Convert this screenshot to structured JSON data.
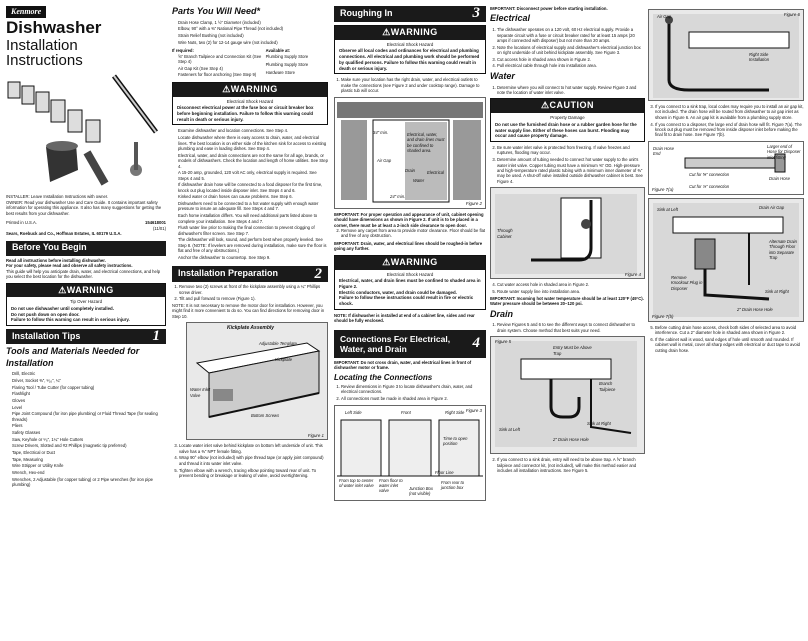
{
  "brand": "Kenmore",
  "title": "Dishwasher",
  "subtitle1": "Installation",
  "subtitle2": "Instructions",
  "installer_note": "INSTALLER: Leave Installation Instructions with owner.",
  "owner_note": "OWNER: Read your dishwasher Use and Care Guide. It contains important safety information for operating this appliance. It also has many suggestions for getting the best results from your dishwasher.",
  "printed": "Printed in U.S.A.",
  "part_no": "154618001",
  "rev": "(11/01)",
  "company": "Sears, Roebuck and Co., Hoffman Estates, IL 60179 U.S.A.",
  "before_you_begin": {
    "heading": "Before You Begin",
    "p1": "Read all instructions before installing dishwasher.",
    "p2": "For your safety, please read and observe all safety instructions.",
    "p3": "This guide will help you anticipate drain, water, and electrical connections, and help you select the best location for the dishwasher."
  },
  "tip_warning": {
    "head": "WARNING",
    "title": "Tip Over Hazard",
    "l1": "Do not use dishwasher until completely installed.",
    "l2": "Do not push down on open door.",
    "l3": "Failure to follow this warning can result in serious injury."
  },
  "install_tips": {
    "heading": "Installation Tips",
    "num": "1",
    "tools_title": "Tools and Materials Needed for Installation",
    "tools": [
      "Drill, Electric",
      "Driver, Socket ⅜\", ⁵⁄₁₆\", ¼\"",
      "Flaring Tool / Tube Cutter (for copper tubing)",
      "Flashlight",
      "Gloves",
      "Level",
      "Pipe Joint Compound (for iron pipe plumbing) or Fluid Thread Tape (for sealing threads)",
      "Pliers",
      "Safety Glasses",
      "Saw, Keyhole or ⁵⁄₈\", 1¼\" Hole Cutters",
      "Screw Drivers, Slotted and #2 Phillips (magnetic tip preferred)",
      "Tape, Electrical or Duct",
      "Tape, Measuring",
      "Wire Stripper or Utility Knife",
      "Wrench, Hex-end",
      "Wrenches, 2 Adjustable (for copper tubing) or 2 Pipe wrenches (for iron pipe plumbing)"
    ]
  },
  "parts": {
    "heading": "Parts You Will Need*",
    "items": [
      "Drain Hose Clamp, 1 ½\" Diameter (included)",
      "Elbow, 90° with a ⅜\" National Pipe Thread (not included)",
      "Strain Relief Bushing (not included)",
      "Wire Nuts, two (2) for 12-14 gauge wire (not included)"
    ],
    "if_required": "If required:",
    "available_at": "Available at:",
    "req": [
      "⅝\" Branch Tailpiece and Connection Kit (See Step 4)",
      "Air Gap Kit (See Step 4)",
      "Fasteners for floor anchoring (See Step 9)"
    ],
    "avail": [
      "Plumbing Supply Store",
      "Plumbing Supply Store",
      "Hardware Store"
    ]
  },
  "elec_warning": {
    "head": "WARNING",
    "title": "Electrical Shock Hazard",
    "text": "Disconnect electrical power at the fuse box or circuit breaker box before beginning installation. Failure to follow this warning could result in death or serious injury."
  },
  "checklist": [
    "Examine dishwasher and location connections. See Step 4.",
    "Locate dishwasher where there is easy access to drain, water, and electrical lines. The best location is on either side of the kitchen sink for access to existing plumbing and ease in loading dishes. See Step 4.",
    "Electrical, water, and drain connections are not the same for all age, brands, or models of dishwashers. Check the location and length of home utilities. See Step 4.",
    "A 15-20 amp, grounded, 120 volt AC only, electrical supply is required. See Steps 4 and 5.",
    "If dishwasher drain hose will be connected to a food disposer for the first time, knock out plug located inside disposer inlet. See Steps 4 and 6.",
    "Kinked water or drain hoses can cause problems. See Step 6.",
    "Dishwashers need to be connected to a hot water supply with enough water pressure to insure an adequate fill. See Steps 4 and 7.",
    "Each home installation differs. You will need additional parts listed above to complete your installation. See Steps 4 and 7.",
    "Flush water line prior to making the final connection to prevent clogging of dishwasher's filter screen. See Step 7.",
    "The dishwasher will look, sound, and perform best when properly leveled. See Step 8. (NOTE: If levelers are removed during installation, make sure the floor is flat and free of any obstructions.)",
    "Anchor the dishwasher to countertop. See Step 9."
  ],
  "prep": {
    "heading": "Installation Preparation",
    "num": "2",
    "steps": [
      "Remove two (2) screws at front of the kickplate assembly using a ¼\" Phillips screw driver.",
      "Tilt and pull forward to remove (Figure 1)."
    ],
    "note": "NOTE: It is not necessary to remove the motor door for installation. However, you might find it more convenient to do so. You can find directions for removing door in Step 10.",
    "fig_title": "Kickplate Assembly",
    "fig_labels": [
      "Adjustable Template",
      "Kickplate",
      "Water Inlet Valve",
      "Bottom Screws"
    ],
    "fig_cap": "Figure 1",
    "steps2": [
      "Locate water inlet valve behind kickplate on bottom left underside of unit. This valve has a ⅜\" NPT female fitting.",
      "Wrap 90° elbow (not included) with pipe thread tape (or apply joint compound) and thread it into water inlet valve.",
      "Tighten elbow with a wrench, tracing elbow pointing toward rear of unit. To prevent bending or breakage or leaking of valve, avoid overtightening."
    ]
  },
  "roughing": {
    "heading": "Roughing In",
    "num": "3",
    "warn_head": "WARNING",
    "warn_title": "Electrical Shock Hazard",
    "warn_text": "Observe all local codes and ordinances for electrical and plumbing connections. All electrical and plumbing work should be performed by qualified persons. Failure to follow this warning could result in death or serious injury.",
    "steps": [
      "Make sure your location has the right drain, water, and electrical outlets to make the connections (see Figure 2 and under cooktop range). Damage to plastic tub will occur."
    ],
    "fig_labels": [
      "34\" min.",
      "24\" min.",
      "Electrical, water, and drain lines must be confined to shaded area.",
      "Air Gap",
      "Drain",
      "Water",
      "Electrical"
    ],
    "fig_cap": "Figure 2",
    "important": "IMPORTANT: For proper operation and appearance of unit, cabinet opening should have dimensions as shown in Figure 2. If unit is to be placed in a corner, there must be at least a 2-inch side clearance to open door.",
    "step2": "Remove any carpet from area to provide motor clearance. Floor should be flat and free of any obstruction.",
    "important2": "IMPORTANT: Drain, water, and electrical lines should be roughed-in before going any further.",
    "warn2_head": "WARNING",
    "warn2_title": "Electrical Shock Hazard",
    "warn2_l": [
      "Electrical, water, and drain lines must be confined to shaded area in Figure 2.",
      "Electric conductors, water, and drain could be damaged.",
      "Failure to follow these instructions could result in fire or electric shock."
    ],
    "note": "NOTE: If dishwasher is installed at end of a cabinet line, sides and rear should be fully enclosed."
  },
  "connections": {
    "heading": "Connections For Electrical, Water, and Drain",
    "num": "4",
    "important": "IMPORTANT: Do not cross drain, water, and electrical lines in front of dishwasher motor or frame.",
    "locating": "Locating the Connections",
    "steps": [
      "Review dimensions in Figure 3 to locate dishwasher's drain, water, and electrical connections.",
      "All connections must be made in shaded area in Figure 2."
    ],
    "fig_labels": [
      "Left Side",
      "Front",
      "Right Side",
      "From top to center of water inlet valve",
      "From floor to water inlet valve",
      "Junction Box (not visible)",
      "From rear to junction box",
      "Floor Line",
      "Time to open position"
    ],
    "fig_cap": "Figure 3"
  },
  "col4": {
    "important": "IMPORTANT: Disconnect power before starting installation.",
    "electrical": "Electrical",
    "elec_steps": [
      "The dishwasher operates on a 120 volt, 60 Hz electrical supply. Provide a separate circuit with a fuse or circuit breaker rated for at least 15 amps (20 amps if connected with disposer) but not more than 20 amps.",
      "Note the locations of electrical supply and dishwasher's electrical junction box on right underside of unit behind kickplate assembly. See Figure 3.",
      "Cut access hole in shaded area shown in Figure 2.",
      "Pull electrical cable through hole into installation area."
    ],
    "water": "Water",
    "water_steps": [
      "Determine where you will connect to hot water supply. Review Figure 3 and note the location of water inlet valve."
    ],
    "caution_head": "CAUTION",
    "caution_title": "Property Damage",
    "caution_text": "Do not use the furnished drain hose or a rubber garden hose for the water supply line. Either of these hoses can burst. Flooding may occur and cause property damage.",
    "water_steps2": [
      "Be sure water inlet valve is protected from freezing. If valve freezes and ruptures, flooding may occur.",
      "Determine amount of tubing needed to connect hot water supply to the unit's water inlet valve. Copper tubing must have a minimum ⅜\" OD. High-pressure and high-temperature rated plastic tubing with a minimum inner diameter of ⅜\" may be used. A shut-off valve installed outside dishwasher cabinet is best. See Figure 4."
    ],
    "fig4_labels": [
      "Through Cabinet"
    ],
    "fig4_cap": "Figure 4",
    "water_steps3": [
      "Cut water access hole in shaded area in Figure 2.",
      "Route water supply line into installation area."
    ],
    "important2": "IMPORTANT: Incoming hot water temperature should be at least 120°F (49°C). Water pressure should be between 20–120 psi.",
    "drain": "Drain",
    "drain_steps": [
      "Review Figures 5 and 6 to see the different ways to connect dishwasher to drain system. Choose method that best suits your need."
    ],
    "fig5_labels": [
      "Entry Must be Above Trap",
      "Branch Tailpiece",
      "Sink at Left",
      "Sink at Right",
      "2\" Drain Hose Hole"
    ],
    "fig5_cap": "Figure 5",
    "drain_steps2": [
      "If you connect to a sink drain, entry will need to be above trap. A ⅝\" branch tailpiece and connector kit, (not included), will make this method easier and includes all installation instructions. See Figure 5."
    ]
  },
  "col5": {
    "fig6_labels": [
      "Air Gap",
      "Right Side Installation"
    ],
    "fig6_cap": "Figure 6",
    "steps": [
      "If you connect to a sink trap, local codes may require you to install an air gap kit, not included. The drain hose will be routed from dishwasher to air gap inlet as shown in Figure 6. An air gap kit is available from a plumbing supply store.",
      "If you connect to a disposer, the large end of drain hose will fit. Figure 7(a). The knock out plug must be removed from inside disposer inlet before making the final fit to drain hose. See Figure 7(b)."
    ],
    "fig7a_labels": [
      "Drain Hose End",
      "Cut for ⅝\" connection",
      "Cut for ⅞\" connection",
      "Larger end of Hose for Disposer inlet fitting",
      "Drain Hose"
    ],
    "fig7a_cap": "Figure 7(a)",
    "fig7b_labels": [
      "Sink at Left",
      "Drain Air Gap",
      "Alternate Drain Through Floor into Separate Trap",
      "Remove Knockout Plug in Disposer",
      "Sink at Right",
      "2\" Drain Hose Hole"
    ],
    "fig7b_cap": "Figure 7(b)",
    "steps2": [
      "Before cutting drain hose access, check both sides of selected area to avoid interference. Cut a 2\" diameter hole in shaded area shown in Figure 2.",
      "If the cabinet wall is wood, sand edges of hole until smooth and rounded. If cabinet wall is metal, cover all sharp edges with electrical or duct tape to avoid cutting drain hose."
    ]
  }
}
